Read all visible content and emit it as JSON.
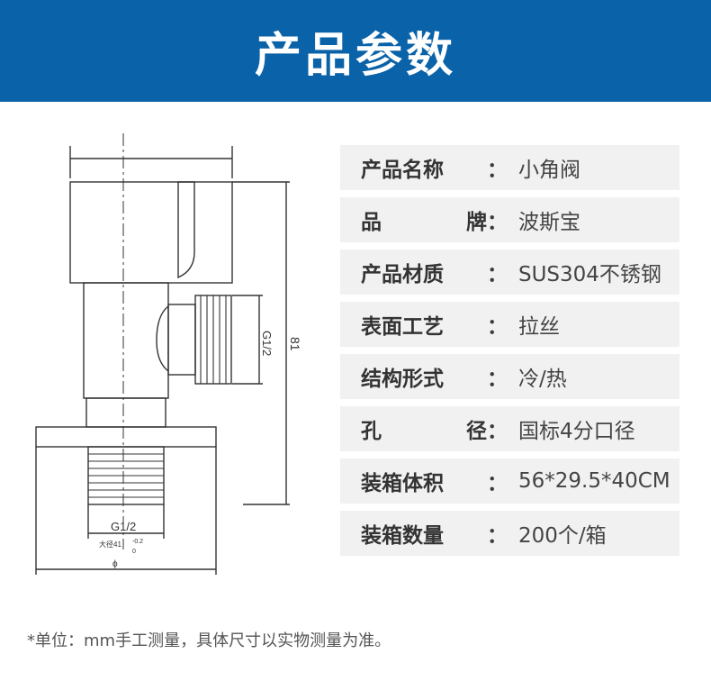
{
  "header": {
    "title": "产品参数"
  },
  "drawing": {
    "dim_height": "81",
    "dim_side_thread": "G1/2",
    "dim_bottom_thread": "G1/2",
    "dim_major_diameter": "大径41",
    "dim_tolerance": "-0.2",
    "dim_tolerance_zero": "0",
    "dim_diameter_symbol": "ϕ"
  },
  "specs": [
    {
      "label": "产品名称",
      "value": "小角阀"
    },
    {
      "label": "品牌",
      "value": "波斯宝"
    },
    {
      "label": "产品材质",
      "value": "SUS304不锈钢"
    },
    {
      "label": "表面工艺",
      "value": "拉丝"
    },
    {
      "label": "结构形式",
      "value": "冷/热"
    },
    {
      "label": "孔径",
      "value": "国标4分口径"
    },
    {
      "label": "装箱体积",
      "value": "56*29.5*40CM"
    },
    {
      "label": "装箱数量",
      "value": "200个/箱"
    }
  ],
  "footnote": "*单位：mm手工测量，具体尺寸以实物测量为准。",
  "colors": {
    "banner": "#0a62a8",
    "row_bg": "#f1f1f1"
  }
}
